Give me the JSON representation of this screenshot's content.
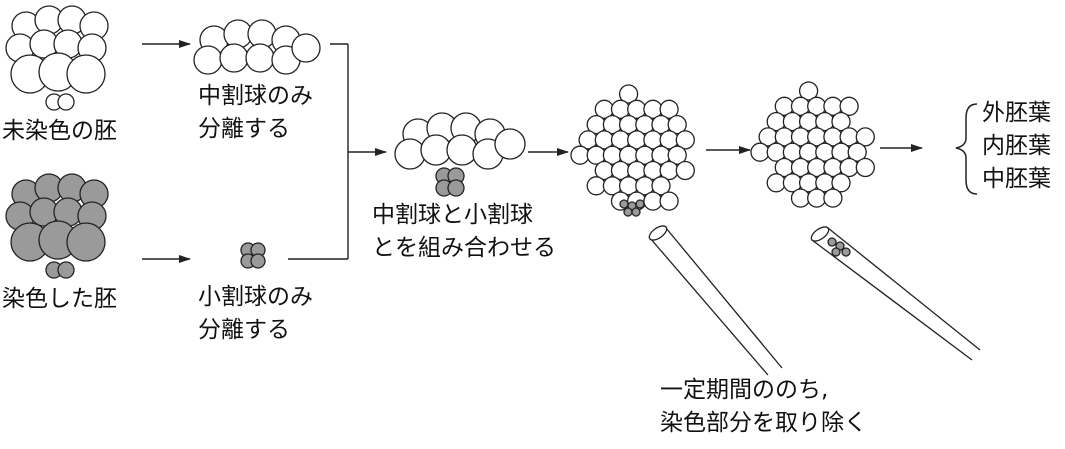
{
  "labels": {
    "unstained_embryo": "未染色の胚",
    "stained_embryo": "染色した胚",
    "isolate_mesomeres_1": "中割球のみ",
    "isolate_mesomeres_2": "分離する",
    "isolate_micromeres_1": "小割球のみ",
    "isolate_micromeres_2": "分離する",
    "combine_1": "中割球と小割球",
    "combine_2": "とを組み合わせる",
    "remove_1": "一定期間ののち,",
    "remove_2": "染色部分を取り除く",
    "outcome_ectoderm": "外胚葉",
    "outcome_endoderm": "内胚葉",
    "outcome_mesoderm": "中胚葉"
  },
  "colors": {
    "line": "#222222",
    "cell_fill": "#ffffff",
    "stained_fill": "#9a9a9a"
  }
}
